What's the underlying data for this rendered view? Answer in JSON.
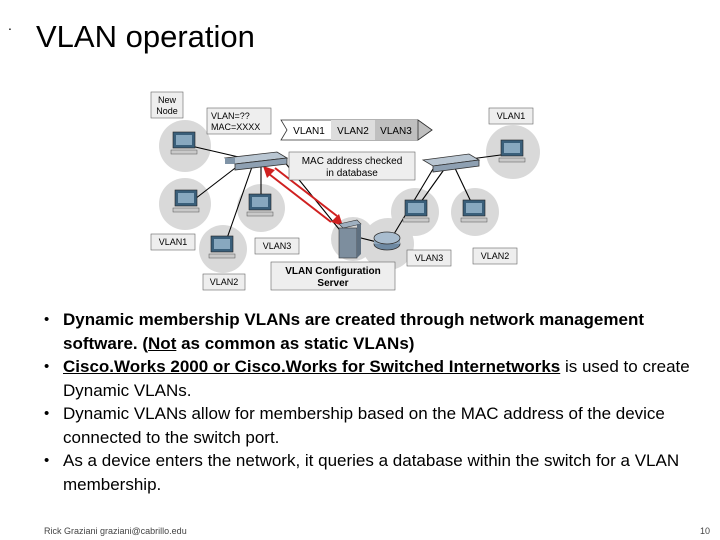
{
  "slide": {
    "dot": ".",
    "title": "VLAN operation"
  },
  "diagram": {
    "new_node": [
      "New",
      "Node"
    ],
    "vlan_query": [
      "VLAN=??",
      "MAC=XXXX"
    ],
    "vlan_bar": [
      "VLAN1",
      "VLAN2",
      "VLAN3"
    ],
    "mac_check": [
      "MAC address checked",
      "in database"
    ],
    "vlan_labels": {
      "top_right": "VLAN1",
      "left": "VLAN1",
      "mid": "VLAN3",
      "bottom": "VLAN2",
      "right_a": "VLAN3",
      "right_b": "VLAN2"
    },
    "server": [
      "VLAN Configuration",
      "Server"
    ]
  },
  "bullets": [
    {
      "parts": [
        {
          "text": "Dynamic membership VLANs are created through network management software.  (",
          "style": "bold"
        },
        {
          "text": "Not",
          "style": "bold ul"
        },
        {
          "text": " as common as static VLANs)",
          "style": "bold"
        }
      ]
    },
    {
      "parts": [
        {
          "text": "Cisco.Works 2000 or Cisco.Works for Switched Internetworks",
          "style": "bold ul"
        },
        {
          "text": " is used to create Dynamic VLANs.",
          "style": ""
        }
      ]
    },
    {
      "parts": [
        {
          "text": "Dynamic VLANs allow for membership based on the MAC address of the device connected to the switch port.",
          "style": ""
        }
      ]
    },
    {
      "parts": [
        {
          "text": "As a device enters the network, it queries a database within the switch for a VLAN membership.",
          "style": ""
        }
      ]
    }
  ],
  "footer": {
    "author": "Rick Graziani  graziani@cabrillo.edu",
    "page": "10"
  },
  "colors": {
    "node_blob": "#d9d9d9",
    "label_box": "#eeeeee",
    "arrow_red": "#d02020",
    "monitor": "#3a5f7a"
  }
}
